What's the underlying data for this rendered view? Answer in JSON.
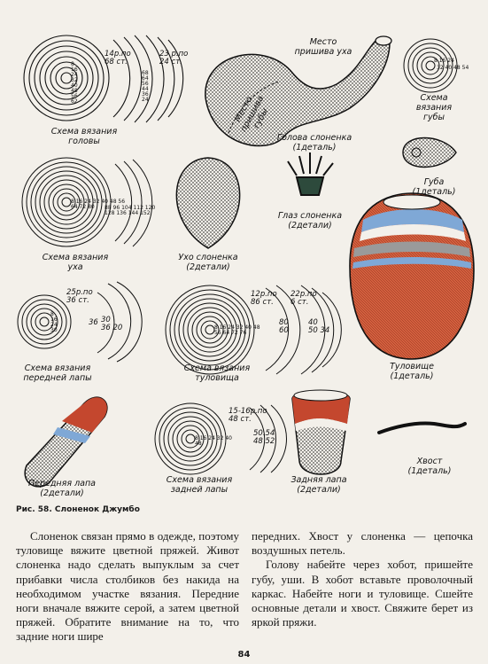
{
  "figure": {
    "caption": "Рис. 58. Слоненок Джумбо",
    "labels": {
      "head_scheme": "Схема вязания\nголовы",
      "ear_scheme": "Схема вязания\nуха",
      "front_leg_scheme": "Схема вязания\nпередней лапы",
      "body_scheme": "Схема вязания\nтуловища",
      "back_leg_scheme": "Схема вязания\nзадней лапы",
      "lip_scheme": "Схема\nвязания\nгубы",
      "head_part": "Голова слоненка\n(1деталь)",
      "ear_part": "Ухо слоненка\n(2детали)",
      "eye_part": "Глаз слоненка\n(2детали)",
      "lip_part": "Губа\n(1деталь)",
      "body_part": "Туловище\n(1деталь)",
      "front_leg_part": "Передняя лапа\n(2детали)",
      "back_leg_part": "Задняя лапа\n(2детали)",
      "tail_part": "Хвост\n(1деталь)",
      "ear_attach": "Место\nпришива уха",
      "lip_attach": "Место\nпришива губы"
    },
    "counts": {
      "head_a": "14р.по\n68 ст.",
      "head_b": "23 р.по\n24 ст.",
      "head_inner": "8\n16\n24\n32\n40\n48\n56\n62",
      "head_outer": "68\n64\n56\n44\n36\n24",
      "ear_inner": "8 16 24 32 40 48 56 64 72 80",
      "ear_outer": "88 96 104 112 120 128 136 144 152",
      "lip_inner": "8 16 24",
      "lip_outer": "32 40 48 54",
      "front_a": "25р.по\n36 ст.",
      "front_inner": "8\n16\n24\n30",
      "front_mid": "36",
      "front_outer": "30\n36 20",
      "body_a": "12р.по\n86 ст.",
      "body_b": "22р.по\n6 ст.",
      "body_inner": "8 16 24 32 40 48 56 64 72 76",
      "body_mid": "80\n60",
      "body_outer": "40\n50 34",
      "back_a": "15-16р.по\n48 ст.",
      "back_inner": "8 16 24 32 40 48",
      "back_outer": "50.54\n48 52"
    }
  },
  "text": {
    "left_column": [
      "Слоненок связан прямо в одежде, поэтому туловище вяжите цветной пряжей. Живот слоненка надо сделать выпуклым за счет прибавки числа столбиков без накида на необходимом участке вязания. Передние ноги вначале вяжите серой, а затем цветной пряжей. Обратите внимание на то, что задние ноги шире"
    ],
    "right_column": [
      "передних. Хвост у слоненка — цепочка воздушных петель.",
      "Голову набейте через хобот, пришейте губу, уши. В хобот вставьте проволочный каркас. Набейте ноги и туловище. Сшейте основные детали и хвост. Свяжите берет из яркой пряжи."
    ]
  },
  "page_number": "84",
  "colors": {
    "ink": "#1a1a1a",
    "paper": "#f3f0ea",
    "red": "#c4472e",
    "blue": "#7fa8d6",
    "dark_green": "#2d4a3c"
  }
}
